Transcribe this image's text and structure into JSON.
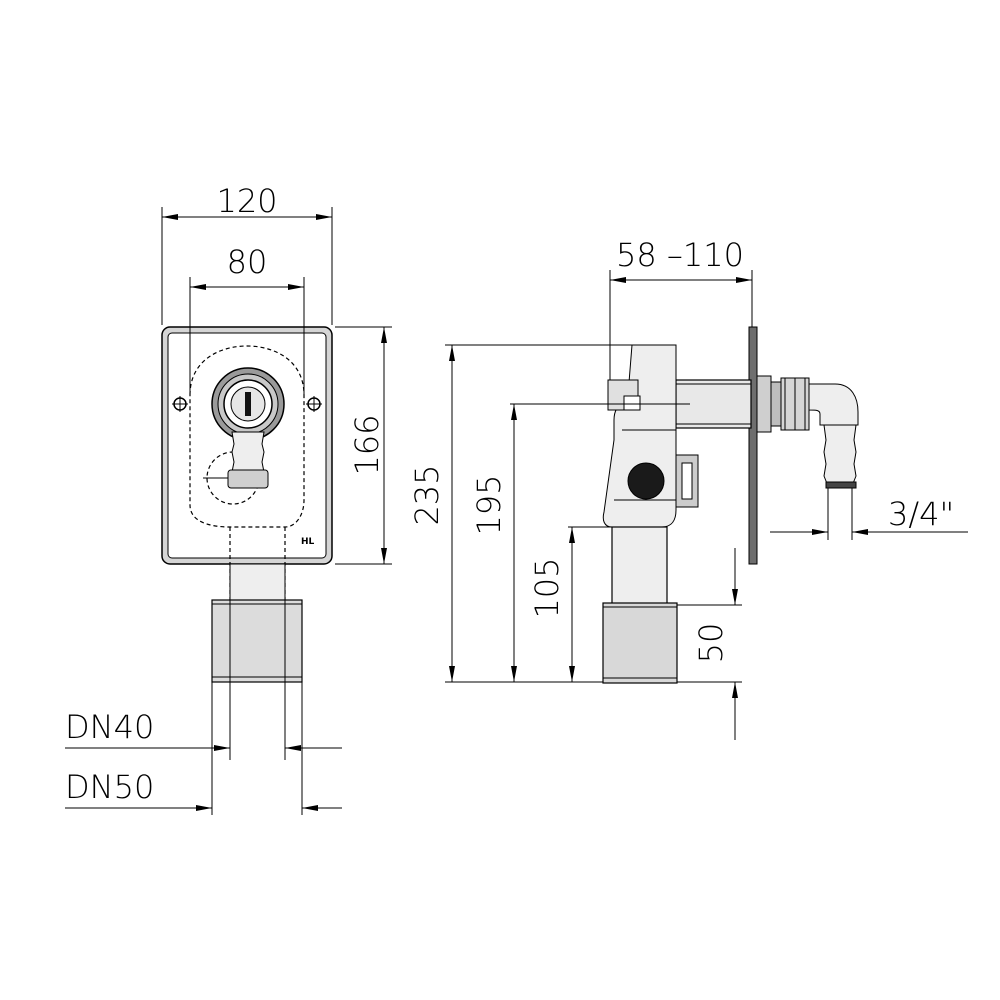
{
  "front_view": {
    "dim_width_outer": "120",
    "dim_width_inner": "80",
    "dim_height": "166",
    "logo": "HL",
    "dim_dn40": "DN40",
    "dim_dn50": "DN50"
  },
  "side_view": {
    "dim_depth": "58 –110",
    "dim_total_height": "235",
    "dim_inlet_height": "195",
    "dim_outlet_height": "105",
    "dim_socket": "50",
    "dim_thread": "3/4\""
  }
}
